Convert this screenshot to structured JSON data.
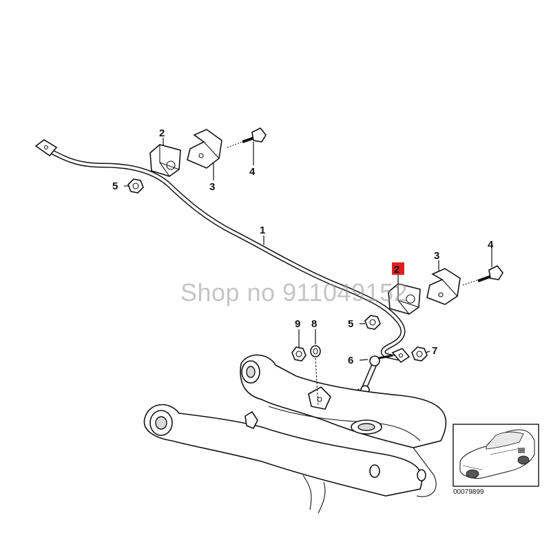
{
  "callouts": {
    "stabilizer_bar": "1",
    "rubber_mounting_left": "2",
    "rubber_mounting_right": "2",
    "bracket_left": "3",
    "bracket_right": "3",
    "bolt_left": "4",
    "bolt_right": "4",
    "nut_left": "5",
    "nut_right": "5",
    "link": "6",
    "link_nut": "7",
    "washer": "8",
    "subframe_nut": "9"
  },
  "highlight_color": "#e02020",
  "watermark": "Shop no 911049152",
  "inset": {
    "code": "00079899"
  }
}
